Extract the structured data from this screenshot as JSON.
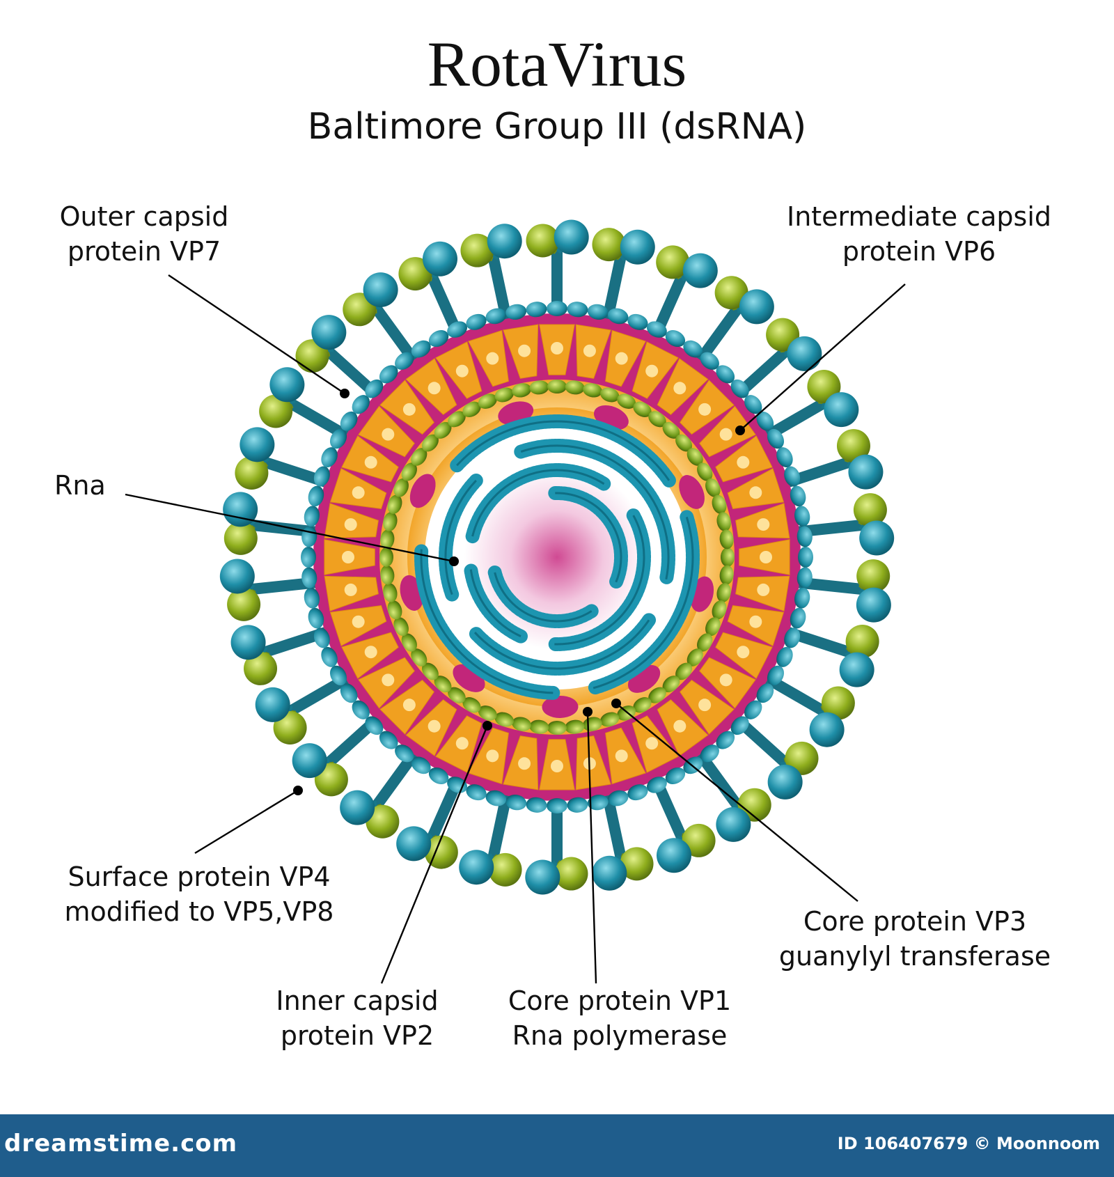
{
  "title": "RotaVirus",
  "subtitle": "Baltimore Group III (dsRNA)",
  "labels": {
    "outer_capsid": [
      "Outer capsid",
      "protein VP7"
    ],
    "intermediate_capsid": [
      "Intermediate capsid",
      "protein VP6"
    ],
    "rna": [
      "Rna"
    ],
    "surface_protein": [
      "Surface protein VP4",
      "modified to VP5,VP8"
    ],
    "inner_capsid": [
      "Inner capsid",
      "protein VP2"
    ],
    "core_vp1": [
      "Core protein VP1",
      "Rna polymerase"
    ],
    "core_vp3": [
      "Core protein VP3",
      "guanylyl transferase"
    ]
  },
  "footer": {
    "site": "dreamstime.com",
    "credit": "ID 106407679 © Moonnoom"
  },
  "colors": {
    "spike_teal": "#1f8fa8",
    "spike_green": "#8fae1d",
    "outer_bead": "#1b8aa0",
    "magenta": "#c2267a",
    "orange": "#f0a020",
    "inner_bead": "#6f9a1a",
    "rna": "#1d95b0",
    "core_center": "#d04a93",
    "footer_bg": "#1f5d8c"
  }
}
